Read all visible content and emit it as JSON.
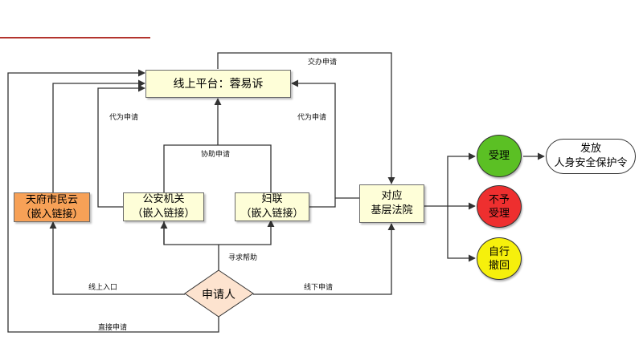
{
  "nodes": {
    "platform": "线上平台：蓉易诉",
    "tianfu": {
      "line1": "天府市民云",
      "line2": "（嵌入链接）"
    },
    "police": {
      "line1": "公安机关",
      "line2": "（嵌入链接）"
    },
    "women": {
      "line1": "妇联",
      "line2": "（嵌入链接）"
    },
    "court": {
      "line1": "对应",
      "line2": "基层法院"
    },
    "applicant": "申请人",
    "accept": "受理",
    "reject": {
      "line1": "不予",
      "line2": "受理"
    },
    "withdraw": {
      "line1": "自行",
      "line2": "撤回"
    },
    "issue": {
      "line1": "发放",
      "line2": "人身安全保护令"
    }
  },
  "edges": {
    "transfer": "交办申请",
    "proxy_left": "代为申请",
    "proxy_right": "代为申请",
    "assist": "协助申请",
    "seek_help": "寻求帮助",
    "online_entry": "线上入口",
    "offline_apply": "线下申请",
    "direct_apply": "直接申请"
  },
  "colors": {
    "accept": "#5bc024",
    "reject": "#ee2f2f",
    "withdraw": "#f6f00c",
    "node_fill": "#fefed8",
    "tianfu_fill": "#f7a157",
    "applicant_fill": "#fde3cf",
    "accent_line": "#b3342d"
  }
}
